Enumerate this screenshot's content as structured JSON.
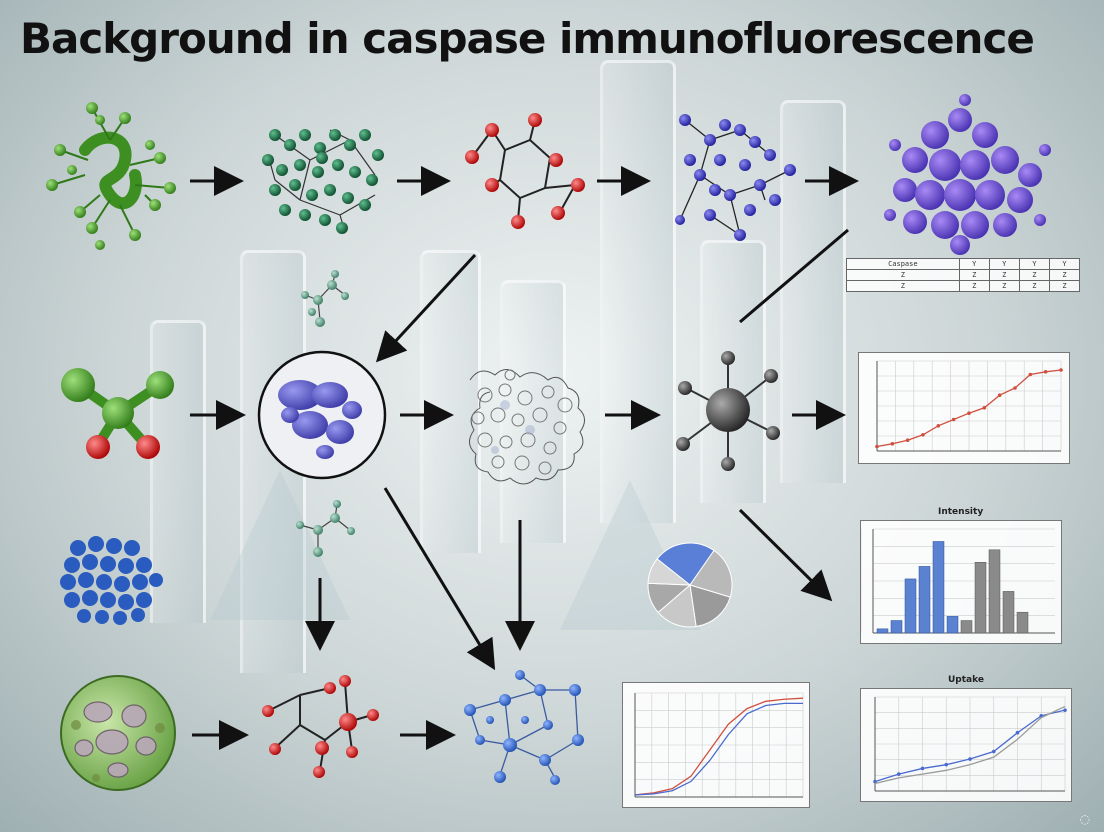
{
  "title": "Background in caspase immunofluorescence",
  "table": {
    "rows": [
      [
        "Caspase",
        "Y",
        "Y",
        "Y",
        "Y"
      ],
      [
        "Z",
        "Z",
        "Z",
        "Z",
        "Z"
      ],
      [
        "Z",
        "Z",
        "Z",
        "Z",
        "Z"
      ],
      [
        "",
        "",
        "",
        "",
        ""
      ]
    ]
  },
  "bar_chart_title": "Intensity",
  "line_chart_bottom_title": "Uptake",
  "colors": {
    "green_molecule": "#4a9a2a",
    "dark_green": "#1e6b45",
    "red_atom": "#d11f1f",
    "blue_molecule": "#3a38c8",
    "purple_protein": "#6a4ad8",
    "arrow": "#111111",
    "bar_blue": "#5a82d0",
    "bar_gray": "#8a8a8a",
    "line_red": "#d05040",
    "line_blue": "#4a6ad0"
  },
  "icons": [
    "arrow-icon",
    "molecule-icon",
    "cell-icon",
    "protein-icon",
    "network-icon"
  ],
  "chart_data": [
    {
      "type": "line",
      "series": [
        {
          "values": [
            5,
            8,
            12,
            18,
            28,
            35,
            42,
            48,
            62,
            70,
            85,
            88,
            90
          ]
        }
      ]
    },
    {
      "type": "bar",
      "title": "Intensity",
      "series": [
        {
          "values": [
            2,
            6,
            26,
            32,
            44,
            8
          ]
        },
        {
          "values": [
            6,
            34,
            40,
            20,
            10
          ]
        }
      ]
    },
    {
      "type": "pie",
      "values": [
        24,
        20,
        18,
        16,
        12,
        10
      ]
    },
    {
      "type": "line",
      "series": [
        {
          "values": [
            2,
            4,
            8,
            20,
            45,
            70,
            85,
            92,
            94,
            95
          ]
        },
        {
          "values": [
            2,
            3,
            6,
            15,
            35,
            60,
            80,
            88,
            90,
            90
          ]
        }
      ]
    },
    {
      "type": "line",
      "title": "Uptake",
      "series": [
        {
          "values": [
            10,
            18,
            24,
            28,
            34,
            42,
            62,
            80,
            86
          ]
        },
        {
          "values": [
            8,
            14,
            18,
            22,
            28,
            36,
            55,
            78,
            90
          ]
        }
      ]
    }
  ]
}
